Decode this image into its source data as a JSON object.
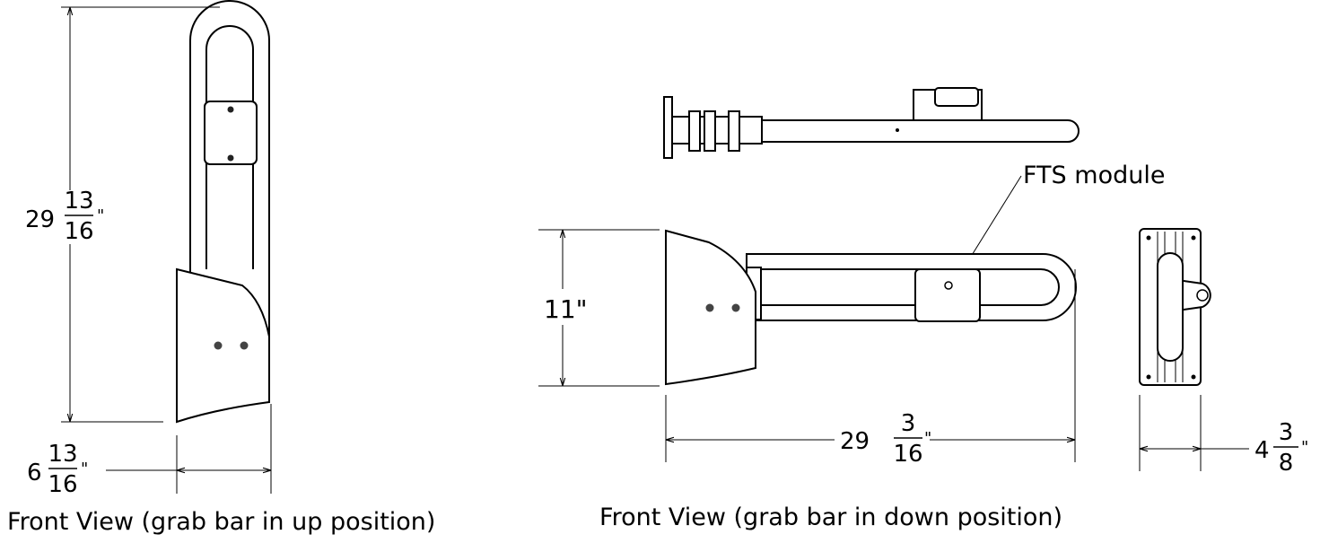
{
  "views": {
    "up": {
      "caption": "Front View (grab bar in up position)",
      "height_dim": {
        "whole": "29",
        "num": "13",
        "den": "16",
        "unit": "\""
      },
      "depth_dim": {
        "whole": "6",
        "num": "13",
        "den": "16",
        "unit": "\""
      }
    },
    "down": {
      "caption": "Front View (grab bar in down position)",
      "height_dim": {
        "text": "11\""
      },
      "length_dim": {
        "whole": "29",
        "num": "3",
        "den": "16",
        "unit": "\""
      },
      "callout": "FTS module"
    },
    "side": {
      "width_dim": {
        "whole": "4",
        "num": "3",
        "den": "8",
        "unit": "\""
      }
    }
  }
}
